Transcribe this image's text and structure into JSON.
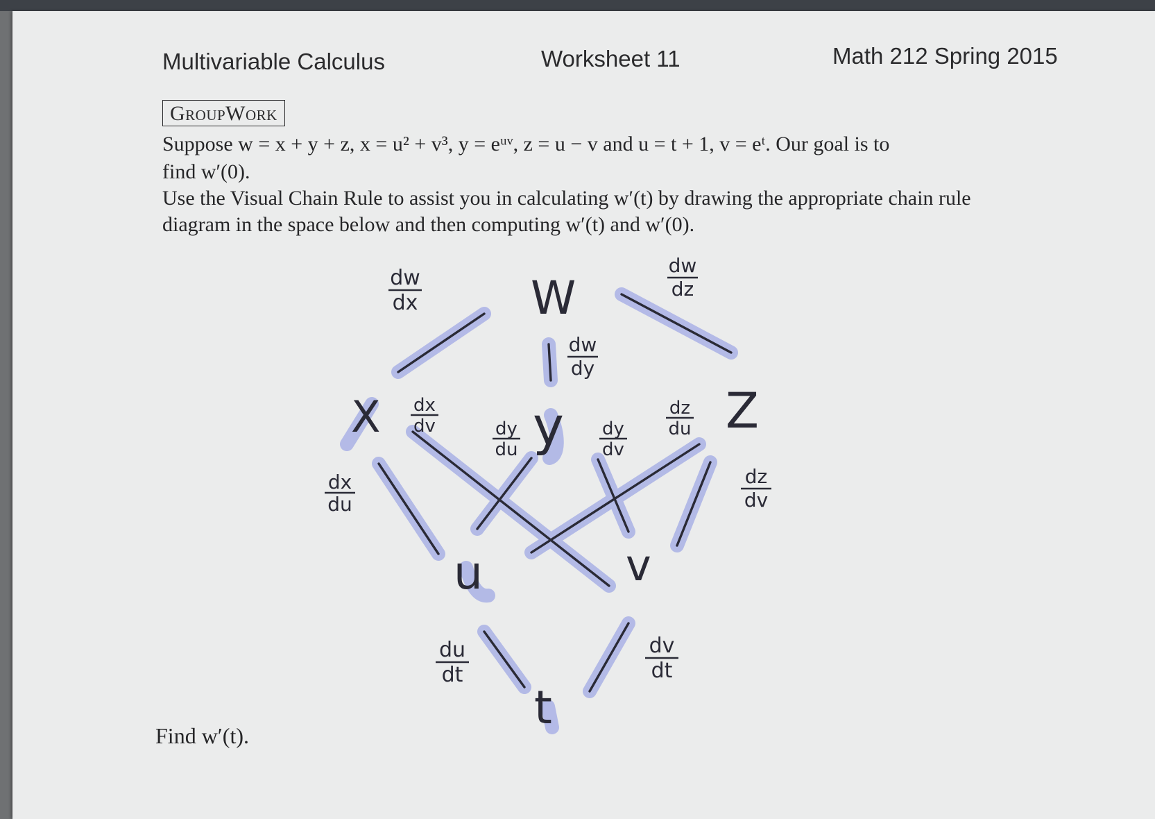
{
  "header": {
    "course": "Multivariable Calculus",
    "worksheet": "Worksheet 11",
    "term": "Math 212 Spring 2015"
  },
  "groupwork_label": "GroupWork",
  "problem": {
    "line1": "Suppose w = x + y + z, x = u² + v³, y = eᵘᵛ, z = u − v and u = t + 1, v = eᵗ. Our goal is to",
    "line2": "find w′(0).",
    "line3": "Use the Visual Chain Rule to assist you in calculating w′(t) by drawing the appropriate chain rule",
    "line4": "diagram in the space below and then computing w′(t) and w′(0)."
  },
  "diagram": {
    "nodes": {
      "w": "W",
      "x": "X",
      "y": "y",
      "z": "Z",
      "u": "u",
      "v": "v",
      "t": "t"
    },
    "labels": {
      "dw_dx": {
        "num": "dw",
        "den": "dx"
      },
      "dw_dy": {
        "num": "dw",
        "den": "dy"
      },
      "dw_dz": {
        "num": "dw",
        "den": "dz"
      },
      "dx_du": {
        "num": "dx",
        "den": "du"
      },
      "dx_dv": {
        "num": "dx",
        "den": "dv"
      },
      "dy_du": {
        "num": "dy",
        "den": "du"
      },
      "dy_dv": {
        "num": "dy",
        "den": "dv"
      },
      "dz_du": {
        "num": "dz",
        "den": "du"
      },
      "dz_dv": {
        "num": "dz",
        "den": "dv"
      },
      "du_dt": {
        "num": "du",
        "den": "dt"
      },
      "dv_dt": {
        "num": "dv",
        "den": "dt"
      }
    },
    "highlight_color": "#aab2e6",
    "ink_color": "#2a2a36"
  },
  "find_prompt": "Find w′(t)."
}
